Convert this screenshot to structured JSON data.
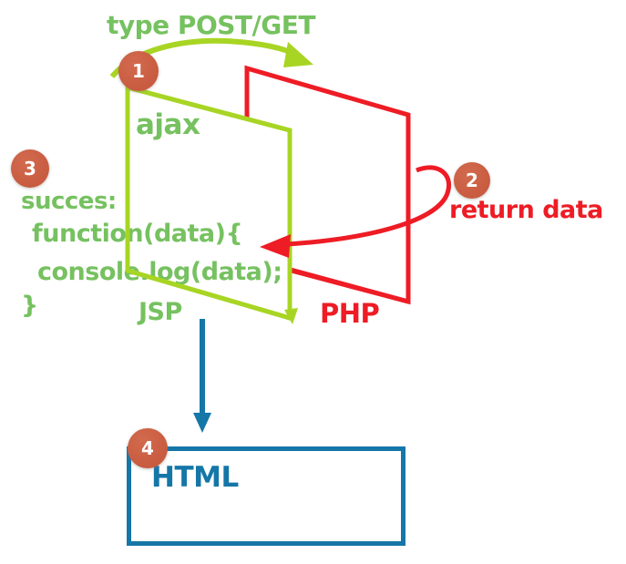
{
  "diagram": {
    "title_note": "ajax POST/GET flow between JSP and PHP rendering into HTML",
    "labels": {
      "top_arrow": "type POST/GET",
      "ajax": "ajax",
      "jsp": "JSP",
      "php": "PHP",
      "return_data": "return data",
      "html": "HTML"
    },
    "code": {
      "line1": "succes:",
      "line2": "function(data){",
      "line3": "console.log(data);",
      "line4": "}"
    },
    "steps": [
      {
        "number": "1"
      },
      {
        "number": "2"
      },
      {
        "number": "3"
      },
      {
        "number": "4"
      }
    ],
    "colors": {
      "background": "#ffffff",
      "green_text": "#76c160",
      "green_line": "#a8d524",
      "red": "#ee1c25",
      "blue": "#1576a8",
      "step_circle": "#c85b40",
      "step_number": "#ffffff"
    }
  }
}
